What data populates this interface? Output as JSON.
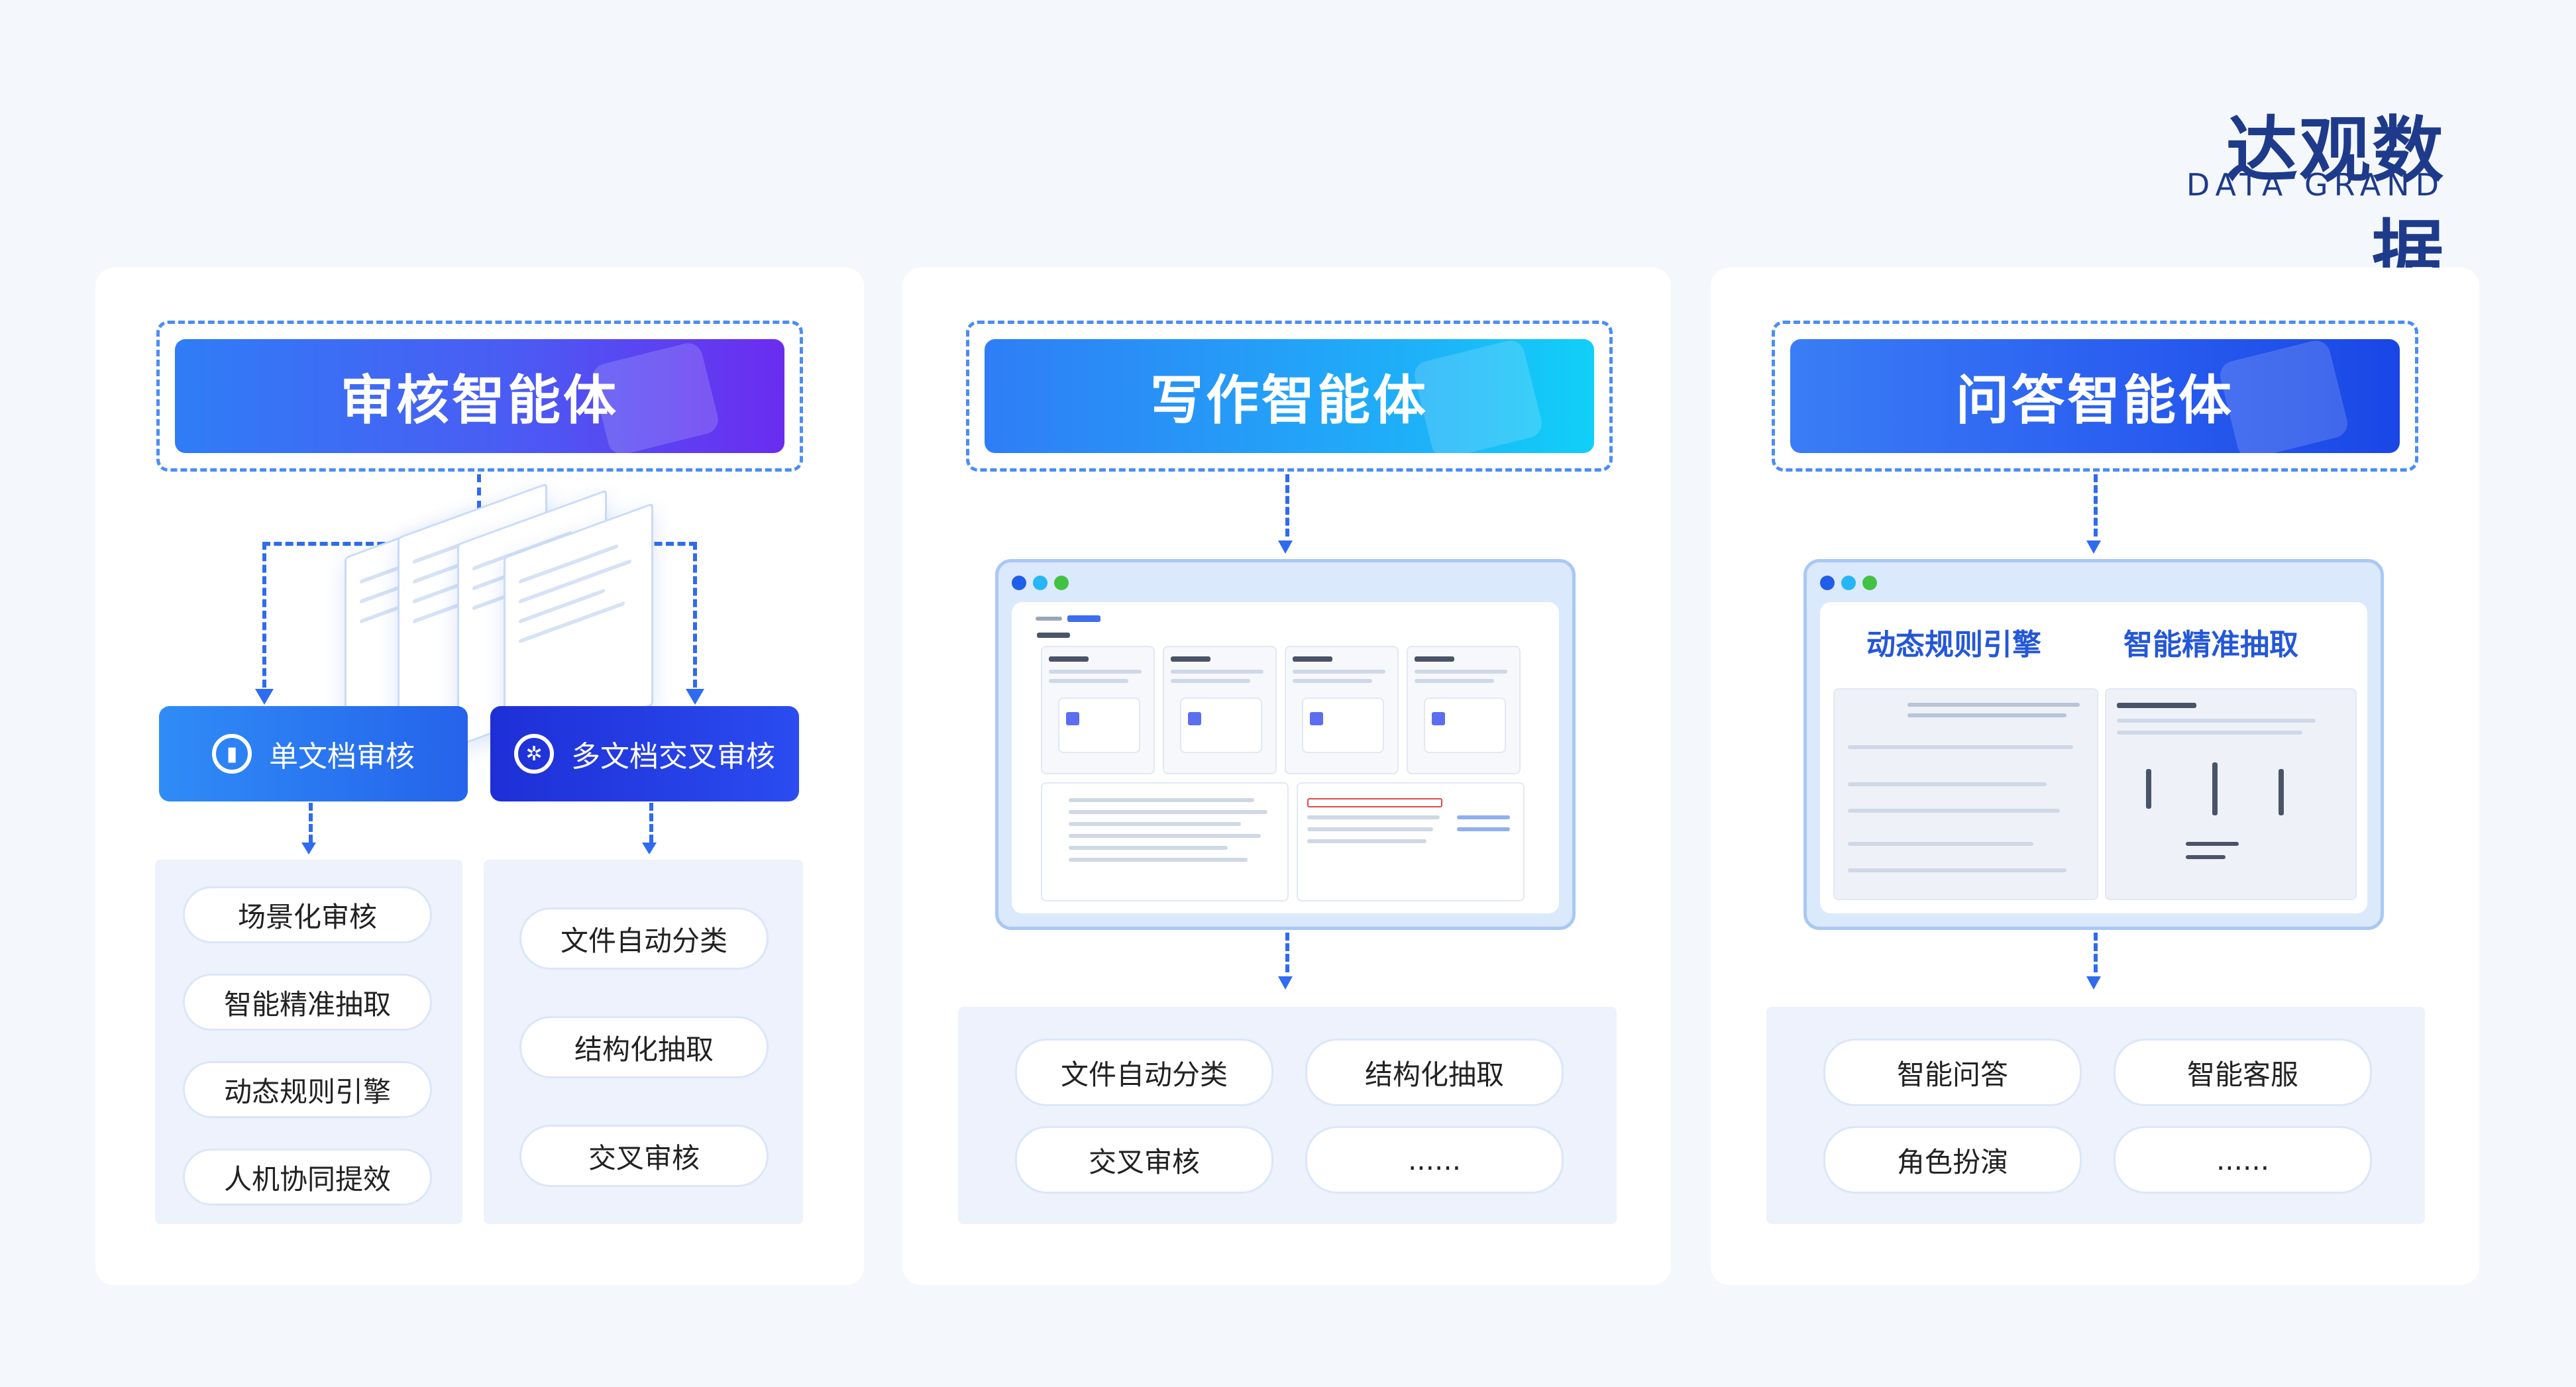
{
  "brand": {
    "name_cn": "达观数据",
    "name_en": "DATA GRAND"
  },
  "columns": [
    {
      "title": "审核智能体",
      "subtypes": [
        {
          "label": "单文档审核",
          "icon": "chart-hexagon-icon",
          "items": [
            "场景化审核",
            "智能精准抽取",
            "动态规则引擎",
            "人机协同提效"
          ]
        },
        {
          "label": "多文档交叉审核",
          "icon": "gear-icon",
          "items": [
            "文件自动分类",
            "结构化抽取",
            "交叉审核"
          ]
        }
      ]
    },
    {
      "title": "写作智能体",
      "items": [
        "文件自动分类",
        "结构化抽取",
        "交叉审核",
        "......"
      ]
    },
    {
      "title": "问答智能体",
      "screen_labels": [
        "动态规则引擎",
        "智能精准抽取"
      ],
      "items": [
        "智能问答",
        "智能客服",
        "角色扮演",
        "......"
      ]
    }
  ],
  "colors": {
    "audit_gradient": [
      "#2f7df6",
      "#6b2cf0"
    ],
    "write_gradient": [
      "#2f7df6",
      "#10d0f8"
    ],
    "qa_gradient": [
      "#3a7df5",
      "#1947e6"
    ],
    "connector": "#2f6bf0",
    "brand": "#1e3a8a"
  }
}
